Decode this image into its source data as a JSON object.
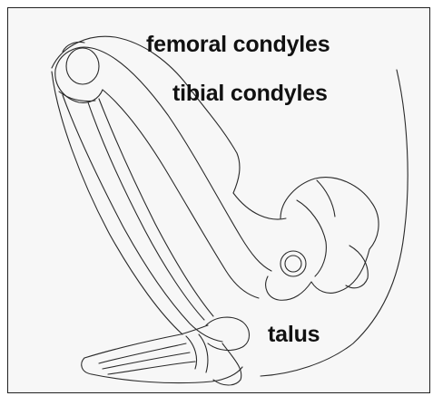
{
  "labels": {
    "femoral": "femoral condyles",
    "tibial": "tibial condyles",
    "talus": "talus"
  },
  "colors": {
    "line": "#2a2a2a",
    "paper": "#f7f7f7",
    "text": "#111111"
  }
}
